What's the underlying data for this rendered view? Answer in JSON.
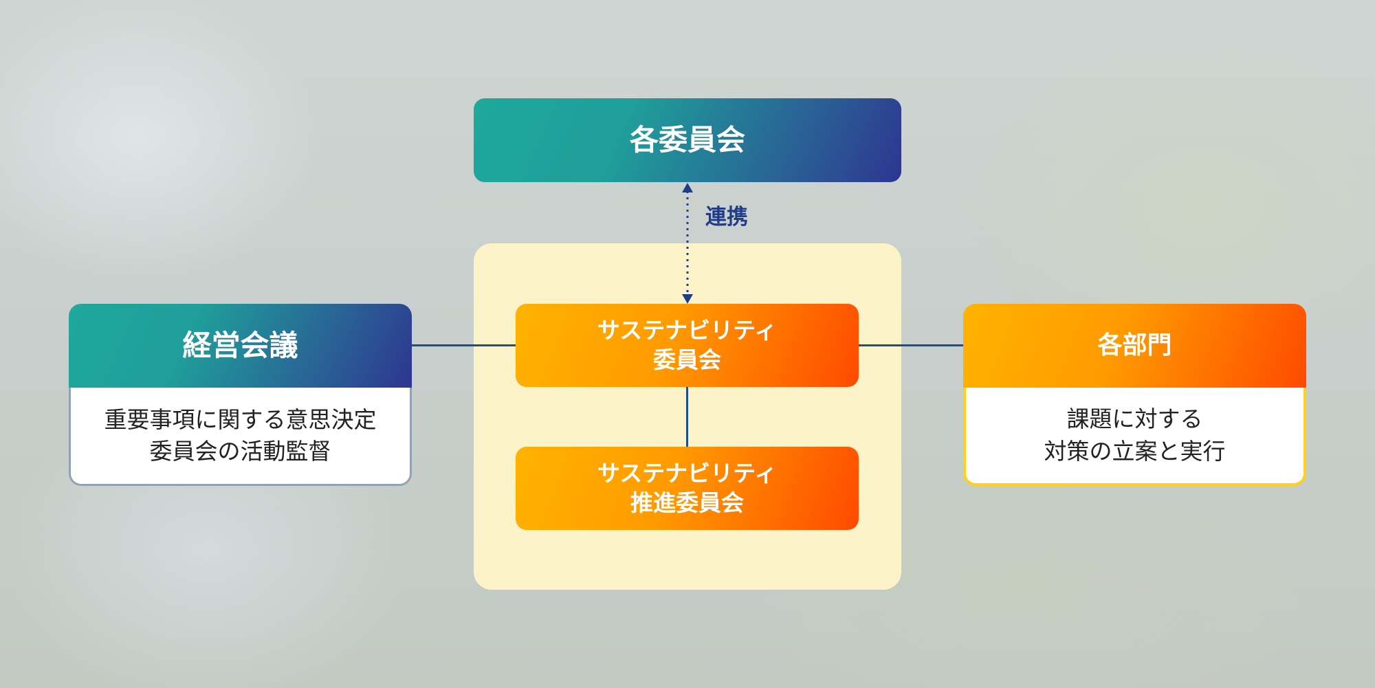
{
  "nodes": {
    "committees": {
      "label": "各委員会"
    },
    "link": {
      "label": "連携"
    },
    "management": {
      "label": "経営会議",
      "desc_line1": "重要事項に関する意思決定",
      "desc_line2": "委員会の活動監督"
    },
    "sustainability_committee": {
      "line1": "サステナビリティ",
      "line2": "委員会"
    },
    "sustainability_promotion": {
      "line1": "サステナビリティ",
      "line2": "推進委員会"
    },
    "departments": {
      "label": "各部門",
      "desc_line1": "課題に対する",
      "desc_line2": "対策の立案と実行"
    }
  },
  "colors": {
    "teal": "#1fa89c",
    "navy": "#2e3590",
    "orange": "#ff9a00",
    "red_orange": "#ff4a00",
    "panel": "#fdf3c9",
    "connector": "#1f4e8c"
  }
}
